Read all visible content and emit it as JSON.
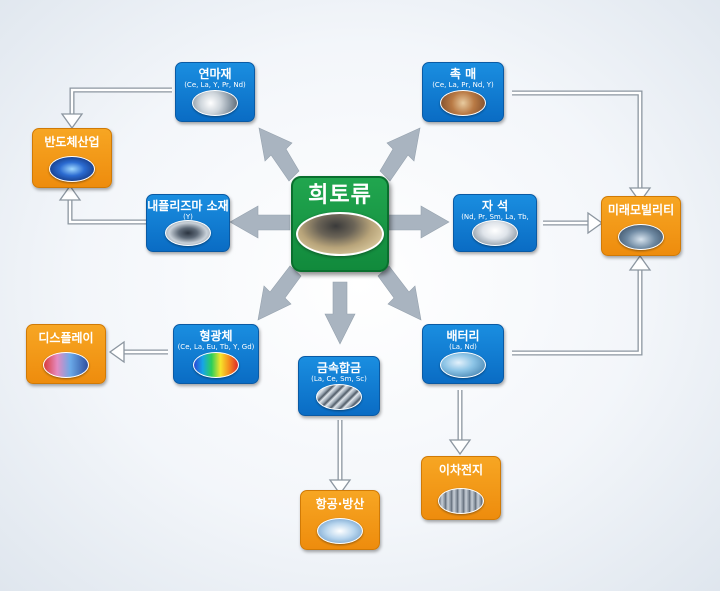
{
  "center": {
    "title": "희토류",
    "image_icon": "rare-earth-powder-icon"
  },
  "sources": [
    {
      "id": "abrasive",
      "title": "연마재",
      "elements": "(Ce, La, Y, Pr, Nd)",
      "image_icon": "abrasive-discs-icon"
    },
    {
      "id": "catalyst",
      "title": "촉 매",
      "elements": "(Ce, La, Pr, Nd, Y)",
      "image_icon": "catalyst-pellets-icon"
    },
    {
      "id": "refractory",
      "title": "내플리즈마 소재",
      "elements": "(Y)",
      "image_icon": "refractory-rings-icon"
    },
    {
      "id": "magnet",
      "title": "자 석",
      "elements": "(Nd, Pr, Sm, La, Tb, Dy)",
      "image_icon": "magnet-discs-icon"
    },
    {
      "id": "phosphor",
      "title": "형광체",
      "elements": "(Ce, La, Eu, Tb, Y, Gd)",
      "image_icon": "phosphor-spectrum-icon"
    },
    {
      "id": "alloy",
      "title": "금속합금",
      "elements": "(La, Ce, Sm, Sc)",
      "image_icon": "alloy-rods-icon"
    },
    {
      "id": "battery",
      "title": "배터리",
      "elements": "(La, Nd)",
      "image_icon": "battery-cells-icon"
    }
  ],
  "applications": [
    {
      "id": "semiconductor",
      "title": "반도체산업",
      "image_icon": "semiconductor-chip-icon"
    },
    {
      "id": "mobility",
      "title": "미래모빌리티",
      "image_icon": "future-car-icon"
    },
    {
      "id": "display",
      "title": "디스플레이",
      "image_icon": "display-panel-icon"
    },
    {
      "id": "aerospace",
      "title": "항공·방산",
      "image_icon": "aircraft-icon"
    },
    {
      "id": "secondary_battery",
      "title": "이차전지",
      "image_icon": "battery-pack-icon"
    }
  ],
  "colors": {
    "source_box": "#1580d4",
    "application_box": "#f39a1a",
    "center_box": "#1a9a48",
    "arrow_gray": "#a9b4c0"
  }
}
